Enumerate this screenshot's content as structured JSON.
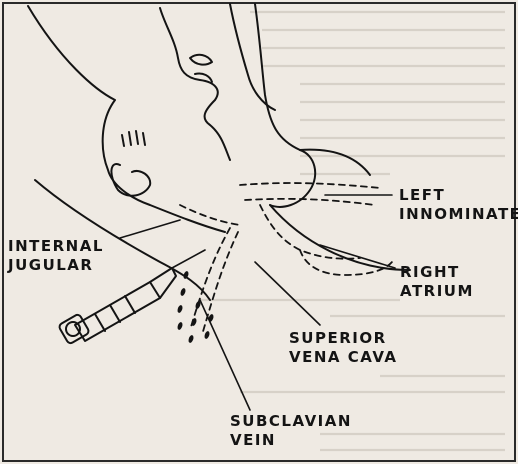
{
  "labels": {
    "left_innominate": [
      "LEFT",
      "INNOMINATE"
    ],
    "internal_jugular": [
      "INTERNAL",
      "JUGULAR"
    ],
    "right_atrium": [
      "RIGHT",
      "ATRIUM"
    ],
    "superior_vena_cava": [
      "SUPERIOR",
      "VENA CAVA"
    ],
    "subclavian_vein": [
      "SUBCLAVIAN",
      "VEIN"
    ]
  },
  "colors": {
    "page_background": "#efeae3",
    "frame": "#2a2a2a",
    "ink": "#141414",
    "bleed_through_text": "#c6c0b7"
  }
}
